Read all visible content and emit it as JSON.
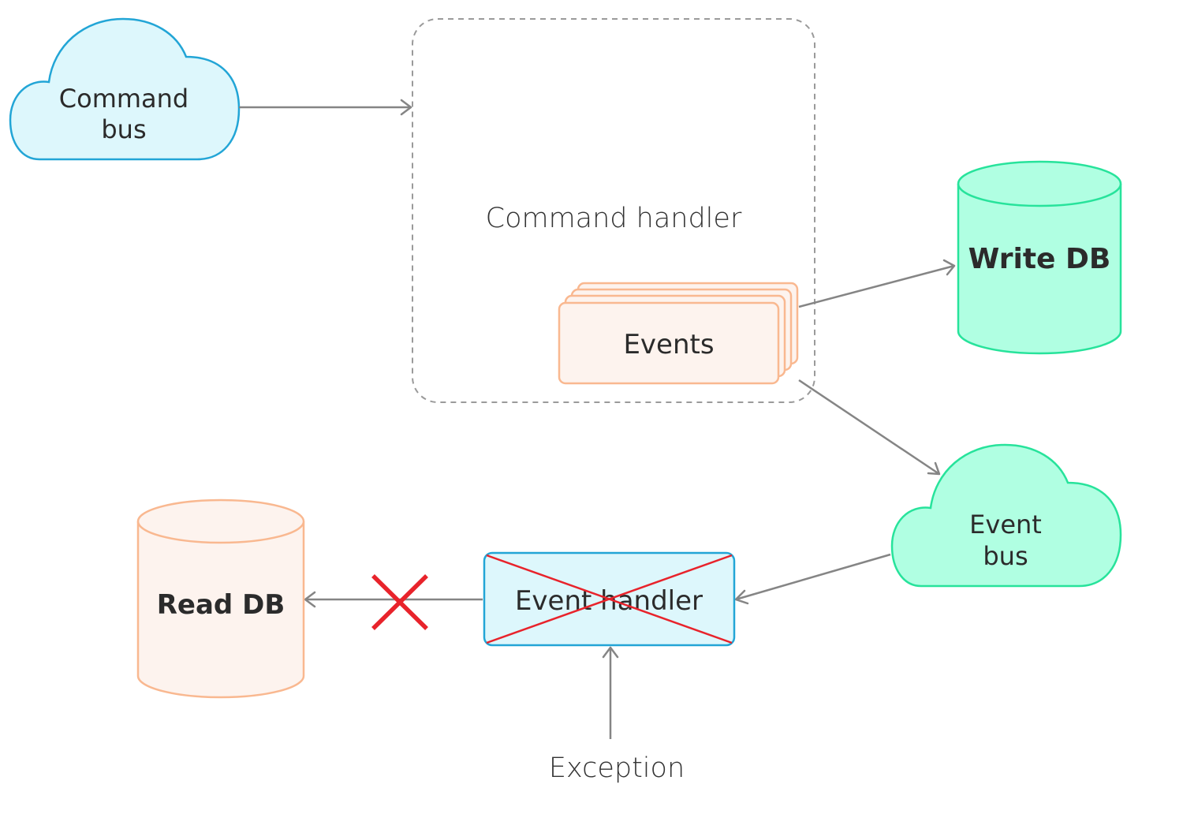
{
  "nodes": {
    "command_bus": {
      "line1": "Command",
      "line2": "bus"
    },
    "command_handler": {
      "label": "Command handler"
    },
    "events": {
      "label": "Events"
    },
    "write_db": {
      "label": "Write DB"
    },
    "event_bus": {
      "line1": "Event",
      "line2": "bus"
    },
    "event_handler": {
      "label": "Event handler"
    },
    "read_db": {
      "label": "Read DB"
    },
    "exception": {
      "label": "Exception"
    }
  },
  "colors": {
    "blue_fill": "#ddf7fc",
    "blue_stroke": "#22a5d6",
    "green_fill": "#b0ffe2",
    "green_stroke": "#27e39b",
    "orange_fill": "#fdf3ee",
    "orange_stroke": "#f9b890",
    "edge": "#858585",
    "cross": "#e8232b",
    "dashed": "#9a9a9a"
  }
}
